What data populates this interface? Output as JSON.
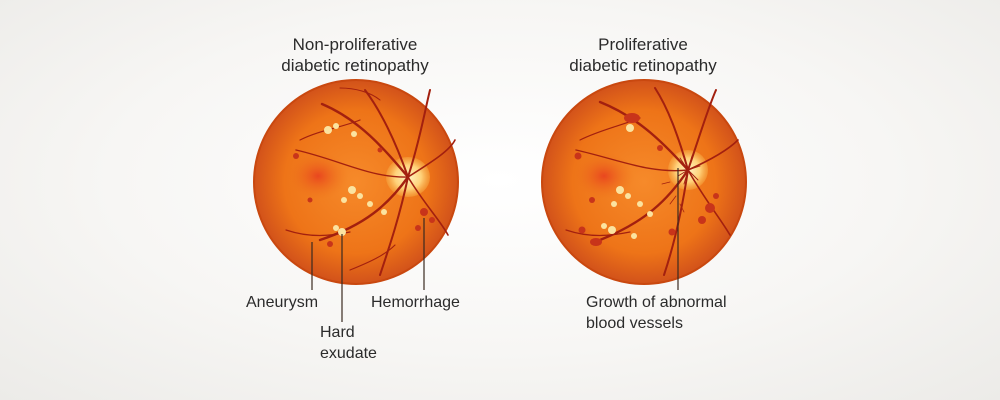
{
  "left_panel": {
    "title_line1": "Non-proliferative",
    "title_line2": "diabetic retinopathy",
    "labels": {
      "aneurysm": "Aneurysm",
      "hemorrhage": "Hemorrhage",
      "hard_exudate_line1": "Hard",
      "hard_exudate_line2": "exudate"
    }
  },
  "right_panel": {
    "title_line1": "Proliferative",
    "title_line2": "diabetic retinopathy",
    "labels": {
      "growth_line1": "Growth of abnormal",
      "growth_line2": "blood vessels"
    }
  },
  "colors": {
    "retina": "#f07a1e",
    "retina_edge": "#c9480f",
    "vessel": "#a3200f",
    "exudate": "#fbe3a0",
    "hemorrhage": "#c8341a",
    "optic_disc": "#ffd27a"
  }
}
